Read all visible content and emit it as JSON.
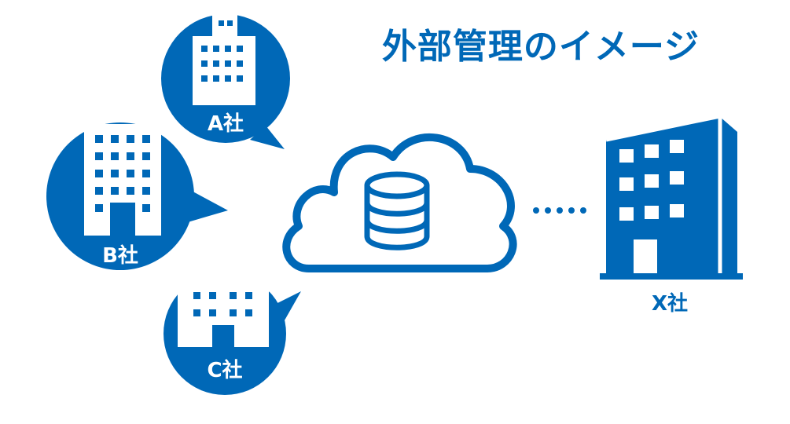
{
  "title": "外部管理のイメージ",
  "companies": {
    "a": {
      "label": "A社",
      "icon": "office-building-icon"
    },
    "b": {
      "label": "B社",
      "icon": "office-building-icon"
    },
    "c": {
      "label": "C社",
      "icon": "house-office-icon"
    },
    "x": {
      "label": "X社",
      "icon": "office-building-icon"
    }
  },
  "cloud": {
    "icon": "cloud-database-icon"
  },
  "colors": {
    "primary": "#0068b7",
    "background": "#ffffff",
    "on_primary": "#ffffff"
  }
}
